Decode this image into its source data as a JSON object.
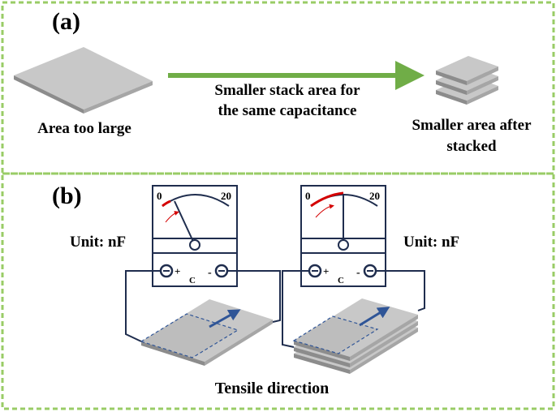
{
  "panel_a": {
    "label": "(a)",
    "left_caption": "Area too large",
    "arrow_text_line1": "Smaller stack area for",
    "arrow_text_line2": "the same capacitance",
    "right_caption_line1": "Smaller area after",
    "right_caption_line2": "stacked"
  },
  "panel_b": {
    "label": "(b)",
    "meter_left": {
      "scale_min": "0",
      "scale_max": "20",
      "unit_label": "Unit: nF",
      "terminal_plus": "+",
      "terminal_minus": "-",
      "terminal_name": "C"
    },
    "meter_right": {
      "scale_min": "0",
      "scale_max": "20",
      "unit_label": "Unit: nF",
      "terminal_plus": "+",
      "terminal_minus": "-",
      "terminal_name": "C"
    },
    "bottom_caption": "Tensile direction"
  },
  "colors": {
    "frame": "#99cc66",
    "arrow_green": "#70ad47",
    "plate_top": "#c8c8c8",
    "plate_side": "#8c8c8c",
    "meter_navy": "#1f2d4e",
    "needle_red": "#d40000",
    "tensile_arrow": "#2f5597"
  },
  "icons": [
    "capacitance-meter-icon",
    "stretch-arrow-icon",
    "dial-needle-icon"
  ]
}
